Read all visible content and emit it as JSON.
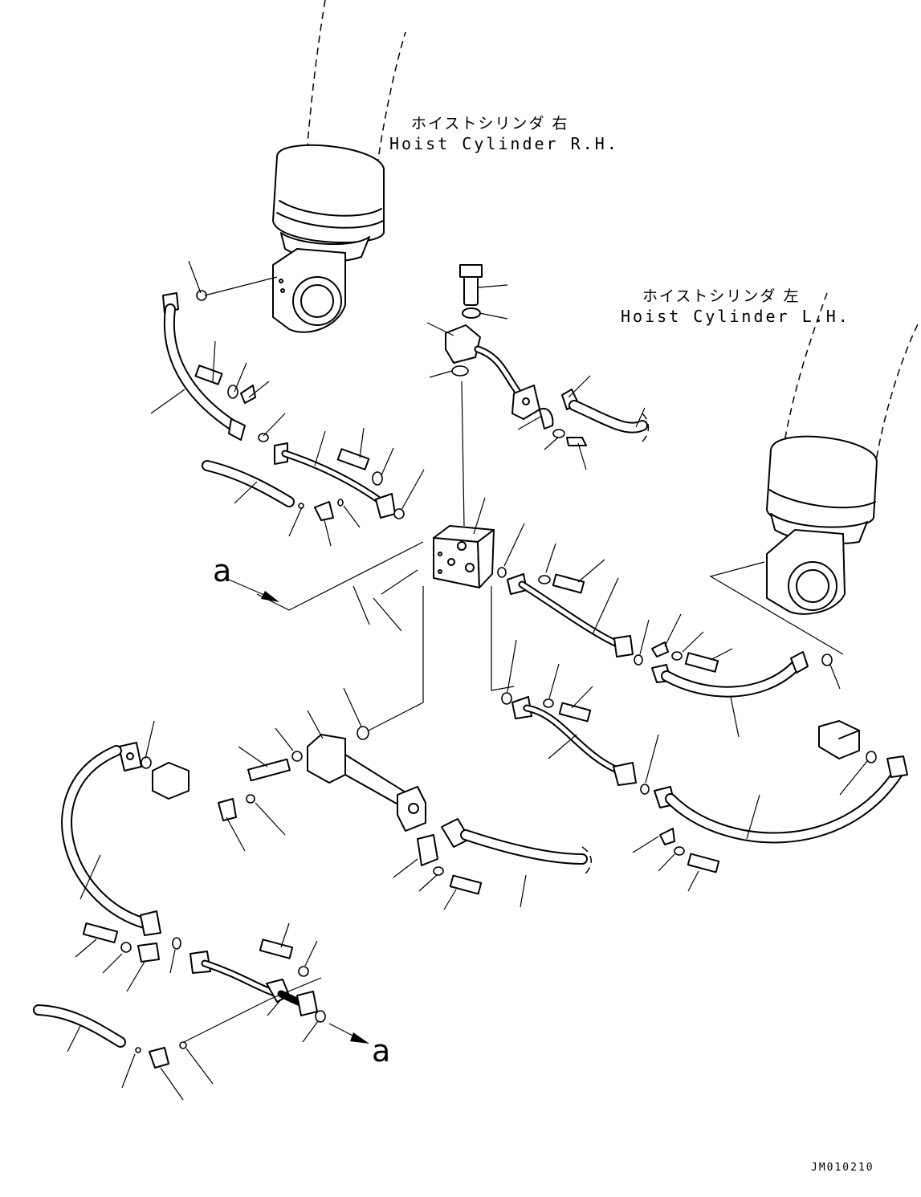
{
  "labels": {
    "cylinder_rh_jp": "ホイストシリンダ 右",
    "cylinder_rh_en": "Hoist Cylinder R.H.",
    "cylinder_lh_jp": "ホイストシリンダ 左",
    "cylinder_lh_en": "Hoist Cylinder L.H.",
    "view_ref_left": "a",
    "view_ref_bottom": "a",
    "drawing_code": "JM010210"
  },
  "colors": {
    "line": "#000000",
    "background": "#ffffff"
  }
}
